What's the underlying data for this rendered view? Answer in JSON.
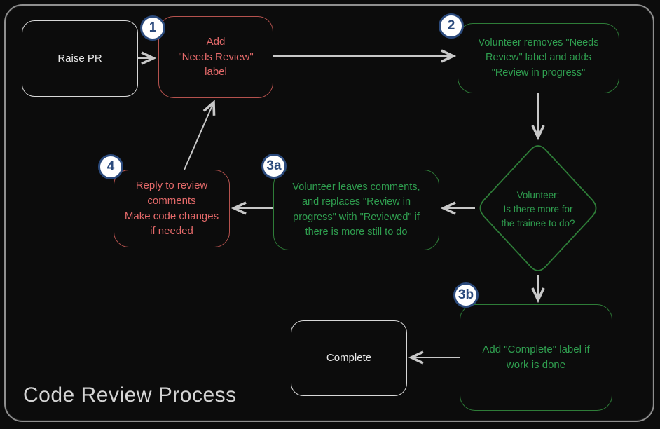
{
  "title": "Code Review Process",
  "colors": {
    "background": "#0c0c0c",
    "frame_border": "#8f8f8f",
    "red_text": "#e56a6a",
    "red_border": "#b5524e",
    "green_text": "#2f9e4f",
    "green_border": "#2e7d38",
    "white_text": "#e8e8e8",
    "badge_navy": "#2b4a7c",
    "badge_fill": "#ffffff",
    "arrow": "#c8c8c8",
    "title_text": "#d4d4d4"
  },
  "nodes": {
    "raise_pr": {
      "label": "Raise PR"
    },
    "step1": {
      "badge": "1",
      "lines": [
        "Add",
        "\"Needs Review\"",
        "label"
      ]
    },
    "step2": {
      "badge": "2",
      "lines": [
        "Volunteer removes \"Needs",
        "Review\" label and adds",
        "\"Review in progress\""
      ]
    },
    "decision": {
      "lines": [
        "Volunteer:",
        "Is there more for",
        "the trainee to do?"
      ]
    },
    "step3a": {
      "badge": "3a",
      "lines": [
        "Volunteer leaves comments,",
        "and replaces \"Review in",
        "progress\" with \"Reviewed\" if",
        "there is more still to do"
      ]
    },
    "step4": {
      "badge": "4",
      "lines": [
        "Reply to review",
        "comments",
        "Make code changes",
        "if needed"
      ]
    },
    "step3b": {
      "badge": "3b",
      "lines": [
        "Add \"Complete\" label if",
        "work is done"
      ]
    },
    "complete": {
      "label": "Complete"
    }
  },
  "edges": [
    {
      "from": "raise_pr",
      "to": "step1"
    },
    {
      "from": "step1",
      "to": "step2"
    },
    {
      "from": "step2",
      "to": "decision"
    },
    {
      "from": "decision",
      "to": "step3a"
    },
    {
      "from": "step3a",
      "to": "step4"
    },
    {
      "from": "step4",
      "to": "step1"
    },
    {
      "from": "decision",
      "to": "step3b"
    },
    {
      "from": "step3b",
      "to": "complete"
    }
  ]
}
